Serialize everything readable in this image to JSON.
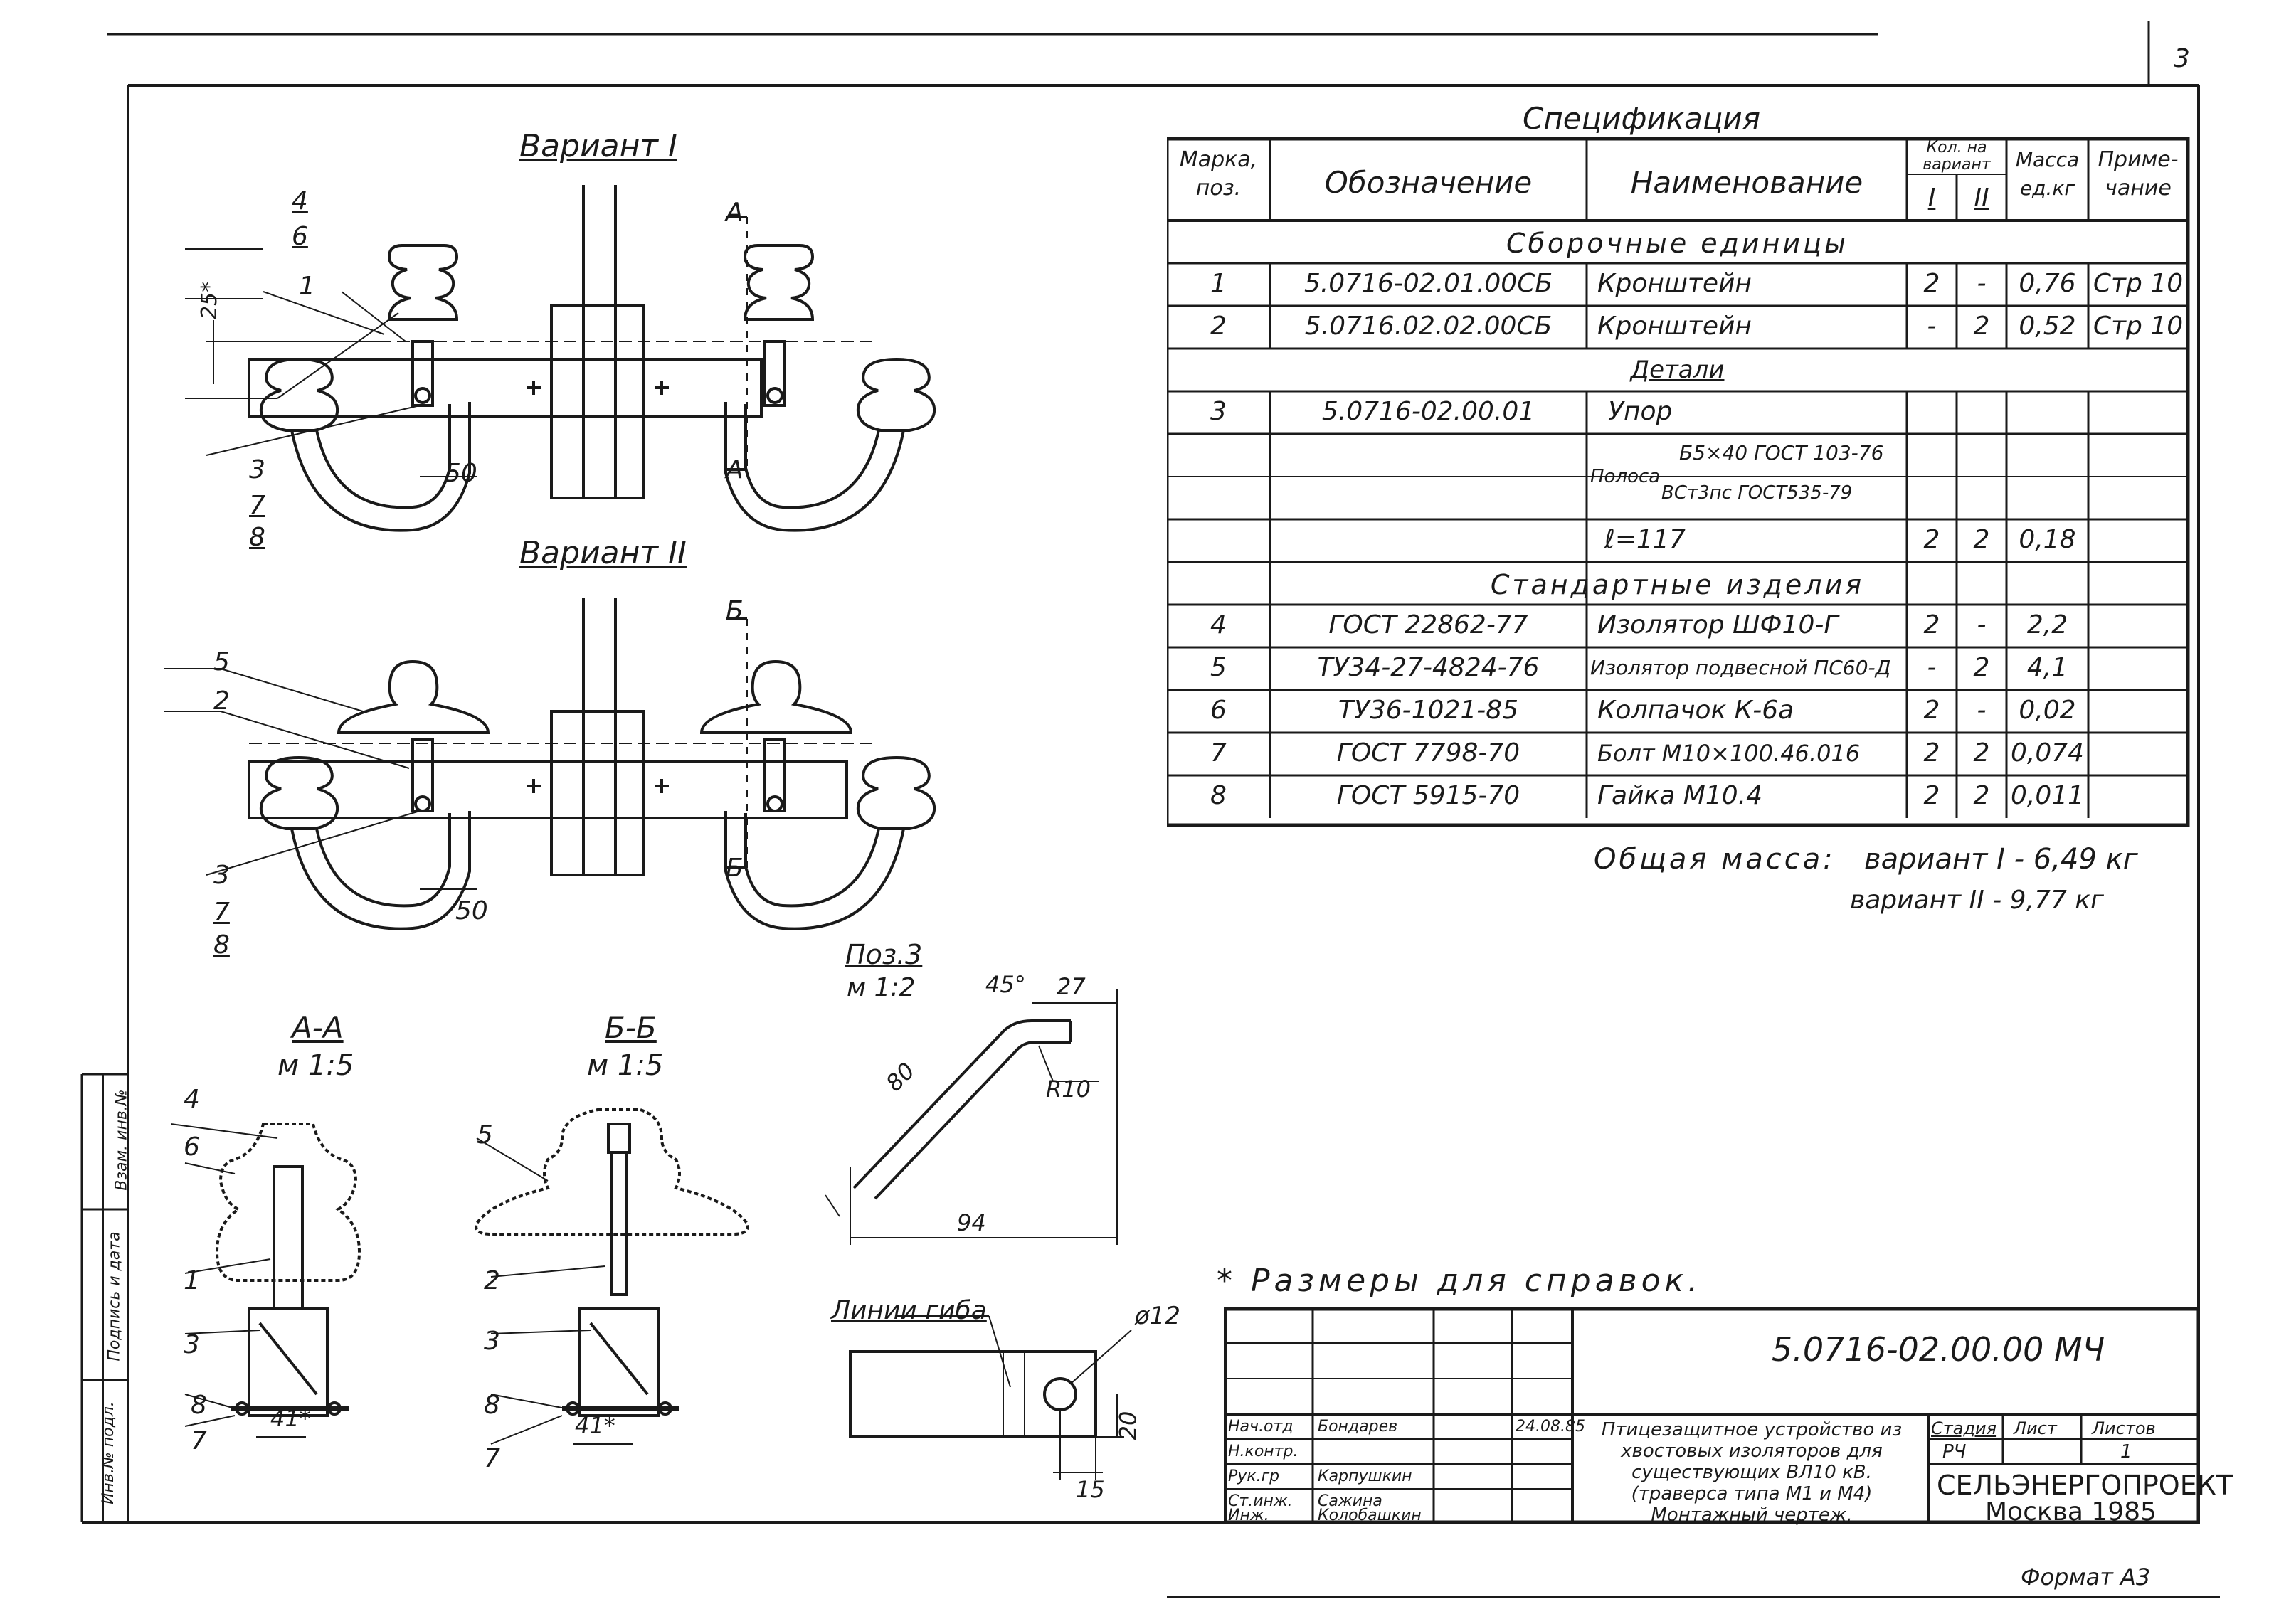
{
  "sheet_number": "3",
  "format": "Формат А3",
  "note": "* Размеры для справок.",
  "views": {
    "variant1_title": "Вариант I",
    "variant2_title": "Вариант II",
    "section_aa_title": "А-А",
    "section_aa_scale": "м 1:5",
    "section_bb_title": "Б-Б",
    "section_bb_scale": "м 1:5",
    "pos3_title": "Поз.3",
    "pos3_scale": "м 1:2",
    "bend_title": "Линии гиба",
    "cut_a": "А",
    "cut_b": "Б"
  },
  "dimensions": {
    "v1_height": "25*",
    "v1_offset": "50",
    "v2_offset": "50",
    "aa_width": "41*",
    "bb_width": "41*",
    "pos3_angle": "45°",
    "pos3_top": "27",
    "pos3_len": "80",
    "pos3_radius": "R10",
    "pos3_width": "94",
    "bend_hole": "ø12",
    "bend_height": "20",
    "bend_offset": "15"
  },
  "callouts": {
    "v1": [
      "4",
      "6",
      "1",
      "3",
      "7",
      "8"
    ],
    "v2": [
      "5",
      "2",
      "3",
      "7",
      "8"
    ],
    "aa": [
      "4",
      "6",
      "1",
      "3",
      "8",
      "7"
    ],
    "bb": [
      "5",
      "2",
      "3",
      "8",
      "7"
    ]
  },
  "spec": {
    "title": "Спецификация",
    "headers": {
      "mark": "Марка, поз.",
      "designation": "Обозначение",
      "name": "Наименование",
      "qty": "Кол. на вариант",
      "qty1": "I",
      "qty2": "II",
      "mass": "Масса ед.кг",
      "note": "Приме-чание"
    },
    "section_assembly": "Сборочные единицы",
    "section_details": "Детали",
    "section_standard": "Стандартные изделия",
    "assembly_rows": [
      {
        "pos": "1",
        "des": "5.0716-02.01.00СБ",
        "name": "Кронштейн",
        "q1": "2",
        "q2": "-",
        "mass": "0,76",
        "note": "Стр 10"
      },
      {
        "pos": "2",
        "des": "5.0716.02.02.00СБ",
        "name": "Кронштейн",
        "q1": "-",
        "q2": "2",
        "mass": "0,52",
        "note": "Стр 10"
      }
    ],
    "detail_pos": "3",
    "detail_des": "5.0716-02.00.01",
    "detail_name": "Упор",
    "detail_strip_label": "Полоса",
    "detail_strip_top": "Б5×40 ГОСТ 103-76",
    "detail_strip_bottom": "ВСт3пс ГОСТ535-79",
    "detail_length": "ℓ=117",
    "detail_q1": "2",
    "detail_q2": "2",
    "detail_mass": "0,18",
    "standard_rows": [
      {
        "pos": "4",
        "des": "ГОСТ 22862-77",
        "name": "Изолятор ШФ10-Г",
        "q1": "2",
        "q2": "-",
        "mass": "2,2",
        "note": ""
      },
      {
        "pos": "5",
        "des": "ТУ34-27-4824-76",
        "name": "Изолятор подвесной ПС60-Д",
        "q1": "-",
        "q2": "2",
        "mass": "4,1",
        "note": ""
      },
      {
        "pos": "6",
        "des": "ТУ36-1021-85",
        "name": "Колпачок К-6а",
        "q1": "2",
        "q2": "-",
        "mass": "0,02",
        "note": ""
      },
      {
        "pos": "7",
        "des": "ГОСТ 7798-70",
        "name": "Болт М10×100.46.016",
        "q1": "2",
        "q2": "2",
        "mass": "0,074",
        "note": ""
      },
      {
        "pos": "8",
        "des": "ГОСТ 5915-70",
        "name": "Гайка М10.4",
        "q1": "2",
        "q2": "2",
        "mass": "0,011",
        "note": ""
      }
    ],
    "total_label": "Общая масса:",
    "total_v1": "вариант I - 6,49 кг",
    "total_v2": "вариант II - 9,77 кг"
  },
  "title_block": {
    "doc_code": "5.0716-02.00.00 МЧ",
    "roles": [
      "Нач.отд",
      "Н.контр.",
      "Рук.гр",
      "Ст.инж.",
      "Инж."
    ],
    "names": [
      "Бондарев",
      "",
      "Карпушкин",
      "Сажина",
      "Колобашкин"
    ],
    "date": "24.08.85",
    "title_lines": [
      "Птицезащитное устройство из",
      "хвостовых изоляторов для",
      "существующих ВЛ10 кВ.",
      "(траверса типа М1 и М4)",
      "Монтажный чертеж."
    ],
    "stage_label": "Стадия",
    "sheet_label": "Лист",
    "sheets_label": "Листов",
    "stage": "РЧ",
    "sheet": "",
    "sheets": "1",
    "org": "СЕЛЬЭНЕРГОПРОЕКТ",
    "city": "Москва 1985"
  },
  "side_stamp": [
    "Инв.№ подл.",
    "Подпись и дата",
    "Взам. инв.№"
  ]
}
